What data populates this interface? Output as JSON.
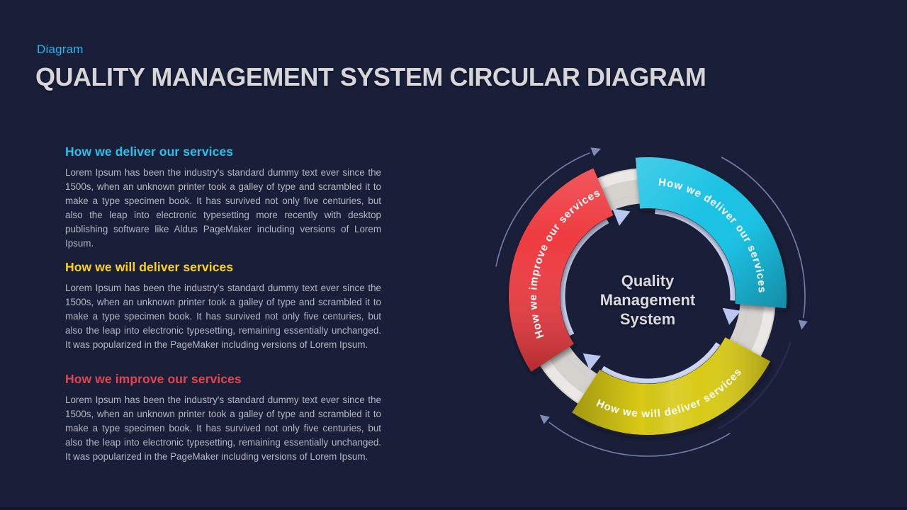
{
  "page": {
    "background": "#1a1f39"
  },
  "header": {
    "kicker": "Diagram",
    "title": "QUALITY MANAGEMENT SYSTEM CIRCULAR DIAGRAM"
  },
  "sections": [
    {
      "heading": "How we deliver our services",
      "color": "#2ac0e8",
      "body": "Lorem Ipsum has been the industry's standard dummy text ever since the 1500s, when an unknown printer took a galley of type and scrambled it to make a type specimen book. It has survived not only five centuries, but also the leap into electronic typesetting more recently with desktop publishing software like Aldus PageMaker including versions of Lorem Ipsum."
    },
    {
      "heading": "How we will deliver services",
      "color": "#ffd40a",
      "body": "Lorem Ipsum has been the industry's standard dummy text ever since the 1500s, when an unknown printer took a galley of type and scrambled it to make a type specimen book. It has survived not only five centuries, but also the leap into electronic typesetting, remaining essentially unchanged. It was popularized in the PageMaker including versions of Lorem Ipsum."
    },
    {
      "heading": "How we improve our services",
      "color": "#e8424e",
      "body": "Lorem Ipsum has been the industry's standard dummy text ever since the 1500s, when an unknown printer took a galley of type and scrambled it to make a type specimen book. It has survived not only five centuries, but also the leap into electronic typesetting, remaining essentially unchanged. It was popularized in the PageMaker including versions of Lorem Ipsum."
    }
  ],
  "diagram": {
    "center_label": "Quality\nManagement\nSystem",
    "flow": "clockwise",
    "ring_color": "#d5d2ce",
    "arrow_color": "#b9c6ef",
    "outer_arc_color": "#8b98c6",
    "segments": [
      {
        "label": "How we deliver our services",
        "color": "#1cc2e4"
      },
      {
        "label": "How we will deliver services",
        "color": "#d8ca16"
      },
      {
        "label": "How we improve our services",
        "color": "#ee3a40"
      }
    ]
  }
}
